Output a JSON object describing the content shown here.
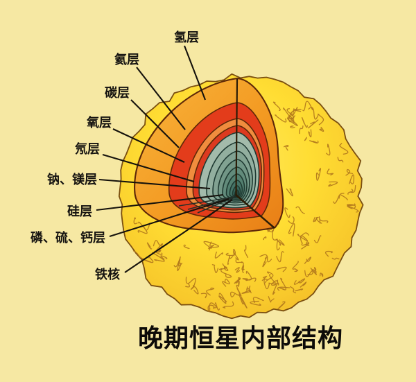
{
  "title": "晚期恒星内部结构",
  "diagram": {
    "type": "cutaway-star-layers",
    "layers": [
      {
        "label": "氢层"
      },
      {
        "label": "氦层"
      },
      {
        "label": "碳层"
      },
      {
        "label": "氧层"
      },
      {
        "label": "氖层"
      },
      {
        "label": "钠、镁层"
      },
      {
        "label": "硅层"
      },
      {
        "label": "磷、硫、钙层"
      },
      {
        "label": "铁核"
      }
    ],
    "colors": {
      "background": "#F6E8A3",
      "star_surface_light": "#FFE85E",
      "star_surface": "#FFDD33",
      "star_surface_edge": "#EFB424",
      "surface_texture": "#B0771C",
      "sphere_outline": "#7A4E10",
      "hydrogen_zone_outer": "#F8B43C",
      "hydrogen_zone_inner": "#E87E16",
      "helium_shell": "#E33C1B",
      "carbon_shell": "#F08D3E",
      "oxygen_shell": "#DC3A20",
      "neon_shell": "#A3BBAB",
      "sodium_magnesium_shell": "#81A292",
      "silicon_shell": "#628B7B",
      "phosphorus_sulfur_calcium_shell": "#457366",
      "iron_core": "#28443B",
      "label_text": "#151310",
      "leader_line": "#15120C"
    }
  }
}
